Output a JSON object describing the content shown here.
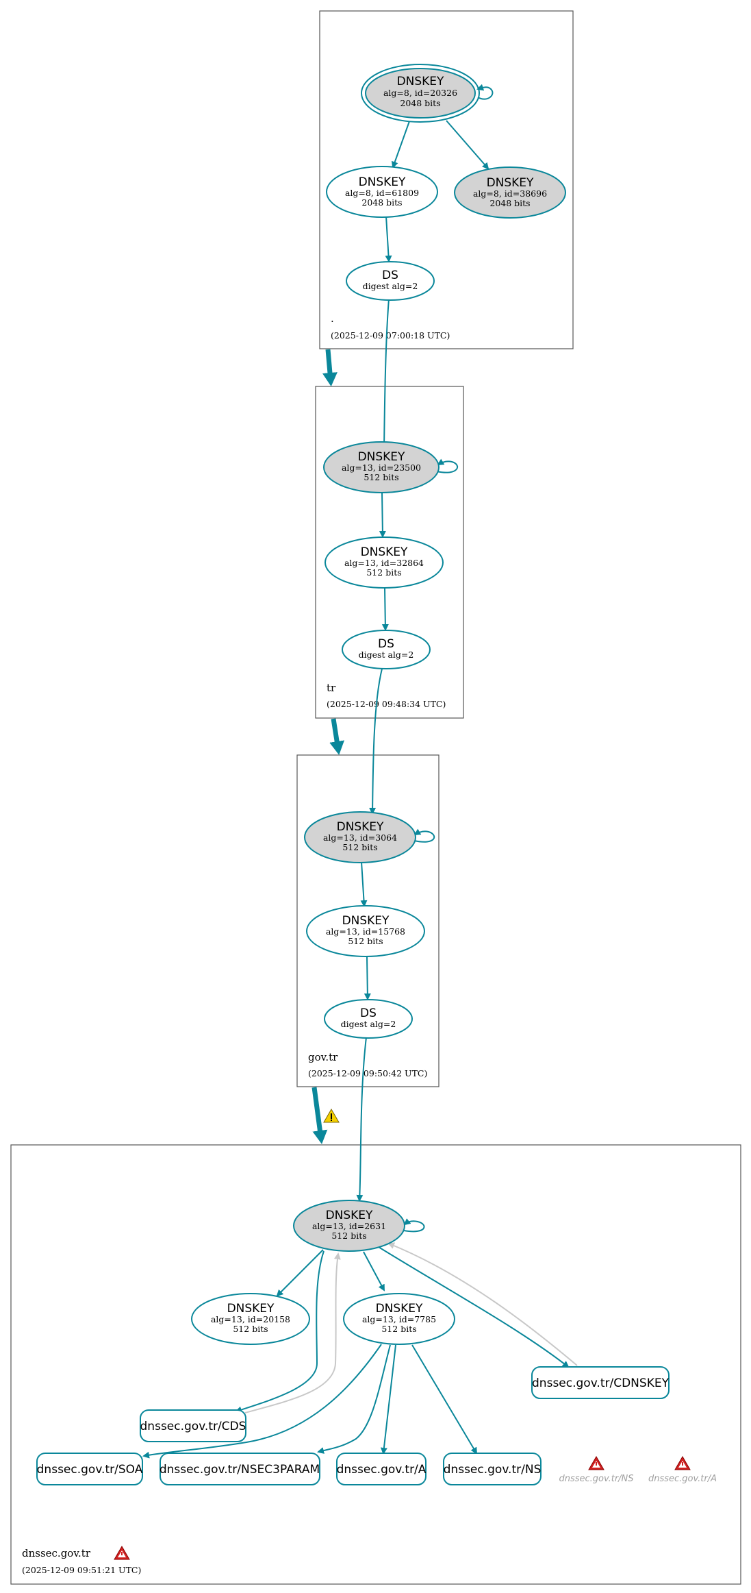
{
  "colors": {
    "accent": "#0a879a",
    "trust_anchor_fill": "#d3d3d3",
    "node_fill": "#ffffff",
    "warning_yellow": "#f5d000",
    "error_red": "#d02020",
    "grey_edge": "#c8c8c8"
  },
  "zones": {
    "root": {
      "name": ".",
      "timestamp": "(2025-12-09 07:00:18 UTC)"
    },
    "tr": {
      "name": "tr",
      "timestamp": "(2025-12-09 09:48:34 UTC)"
    },
    "gov_tr": {
      "name": "gov.tr",
      "timestamp": "(2025-12-09 09:50:42 UTC)"
    },
    "dnssec_gov_tr": {
      "name": "dnssec.gov.tr",
      "timestamp": "(2025-12-09 09:51:21 UTC)",
      "status_icon": "error-icon"
    }
  },
  "nodes": {
    "root_ksk": {
      "type": "DNSKEY",
      "line1": "alg=8, id=20326",
      "line2": "2048 bits"
    },
    "root_zsk": {
      "type": "DNSKEY",
      "line1": "alg=8, id=61809",
      "line2": "2048 bits"
    },
    "root_key38696": {
      "type": "DNSKEY",
      "line1": "alg=8, id=38696",
      "line2": "2048 bits"
    },
    "root_ds": {
      "type": "DS",
      "line1": "digest alg=2"
    },
    "tr_ksk": {
      "type": "DNSKEY",
      "line1": "alg=13, id=23500",
      "line2": "512 bits"
    },
    "tr_zsk": {
      "type": "DNSKEY",
      "line1": "alg=13, id=32864",
      "line2": "512 bits"
    },
    "tr_ds": {
      "type": "DS",
      "line1": "digest alg=2"
    },
    "gov_ksk": {
      "type": "DNSKEY",
      "line1": "alg=13, id=3064",
      "line2": "512 bits"
    },
    "gov_zsk": {
      "type": "DNSKEY",
      "line1": "alg=13, id=15768",
      "line2": "512 bits"
    },
    "gov_ds": {
      "type": "DS",
      "line1": "digest alg=2"
    },
    "d_ksk": {
      "type": "DNSKEY",
      "line1": "alg=13, id=2631",
      "line2": "512 bits"
    },
    "d_key20158": {
      "type": "DNSKEY",
      "line1": "alg=13, id=20158",
      "line2": "512 bits"
    },
    "d_zsk": {
      "type": "DNSKEY",
      "line1": "alg=13, id=7785",
      "line2": "512 bits"
    }
  },
  "records": {
    "cdnskey": "dnssec.gov.tr/CDNSKEY",
    "cds": "dnssec.gov.tr/CDS",
    "soa": "dnssec.gov.tr/SOA",
    "nsec3param": "dnssec.gov.tr/NSEC3PARAM",
    "a": "dnssec.gov.tr/A",
    "ns": "dnssec.gov.tr/NS"
  },
  "errors": {
    "ns": {
      "label": "dnssec.gov.tr/NS",
      "icon": "error-icon"
    },
    "a": {
      "label": "dnssec.gov.tr/A",
      "icon": "error-icon"
    }
  },
  "delegation_warning_icon": "warning-icon"
}
